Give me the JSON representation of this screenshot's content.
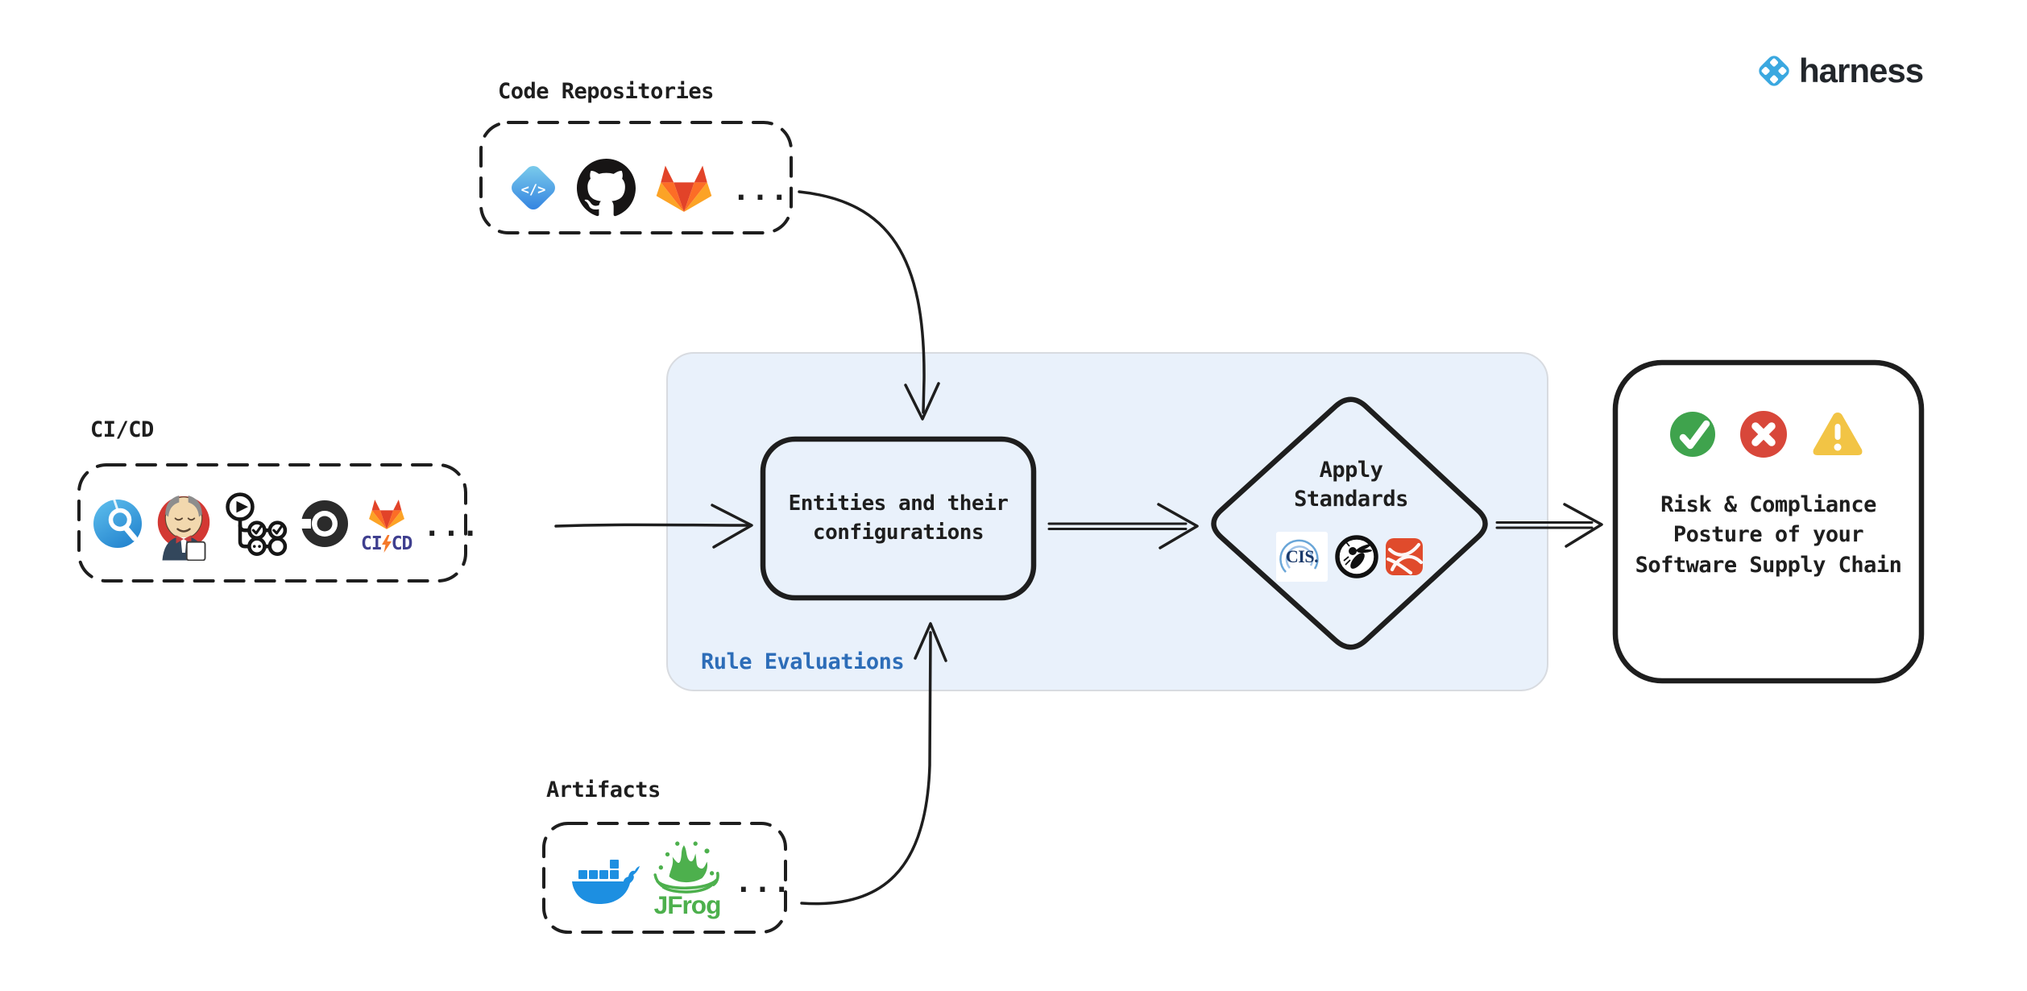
{
  "brand": {
    "name": "harness",
    "logo_icon": "harness-logo-icon"
  },
  "colors": {
    "ink": "#1e1e1e",
    "panel_fill": "#e9f1fb",
    "panel_border": "#d8dbe0",
    "rule_blue": "#2d6db8",
    "harness_blue": "#3aa8e0",
    "brand_ink": "#22262b",
    "success": "#3fa34d",
    "error": "#d8473a",
    "warning": "#f2c445",
    "docker_blue": "#1d8fe1",
    "jfrog_green": "#4db04d",
    "gitlab_red": "#e24329",
    "gitlab_orange": "#fc6d26",
    "gitlab_yellow": "#fca326",
    "cicd_navy": "#3f3f8f",
    "cis_navy": "#1b3a6b",
    "cis_arc": "#6aa6d8",
    "standard_orange": "#e04b2c",
    "jenkins_red": "#d33833",
    "suit_navy": "#33475c"
  },
  "sources": {
    "code": {
      "label": "Code Repositories",
      "icons": [
        "code-repository-icon",
        "github-icon",
        "gitlab-icon"
      ],
      "code_glyph": "</>",
      "ellipsis": "..."
    },
    "cicd": {
      "label": "CI/CD",
      "icons": [
        "harness-ci-icon",
        "jenkins-icon",
        "github-actions-icon",
        "circleci-icon",
        "gitlab-cicd-icon"
      ],
      "gitlab_ci": "CI",
      "gitlab_cd": "CD",
      "ellipsis": "..."
    },
    "artifacts": {
      "label": "Artifacts",
      "icons": [
        "docker-icon",
        "jfrog-icon"
      ],
      "jfrog_text": "JFrog",
      "ellipsis": "..."
    }
  },
  "rule_evaluations": {
    "panel_label": "Rule Evaluations",
    "entities_box": {
      "text": "Entities and their configurations"
    },
    "apply_standards": {
      "text": "Apply Standards",
      "icons": [
        "cis-benchmarks-icon",
        "owasp-icon",
        "standards-ribbon-icon"
      ],
      "cis_text": "CIS."
    }
  },
  "outcome": {
    "status_icons": [
      "success-check-icon",
      "error-cross-icon",
      "warning-triangle-icon"
    ],
    "text": "Risk & Compliance Posture of your Software Supply Chain"
  }
}
